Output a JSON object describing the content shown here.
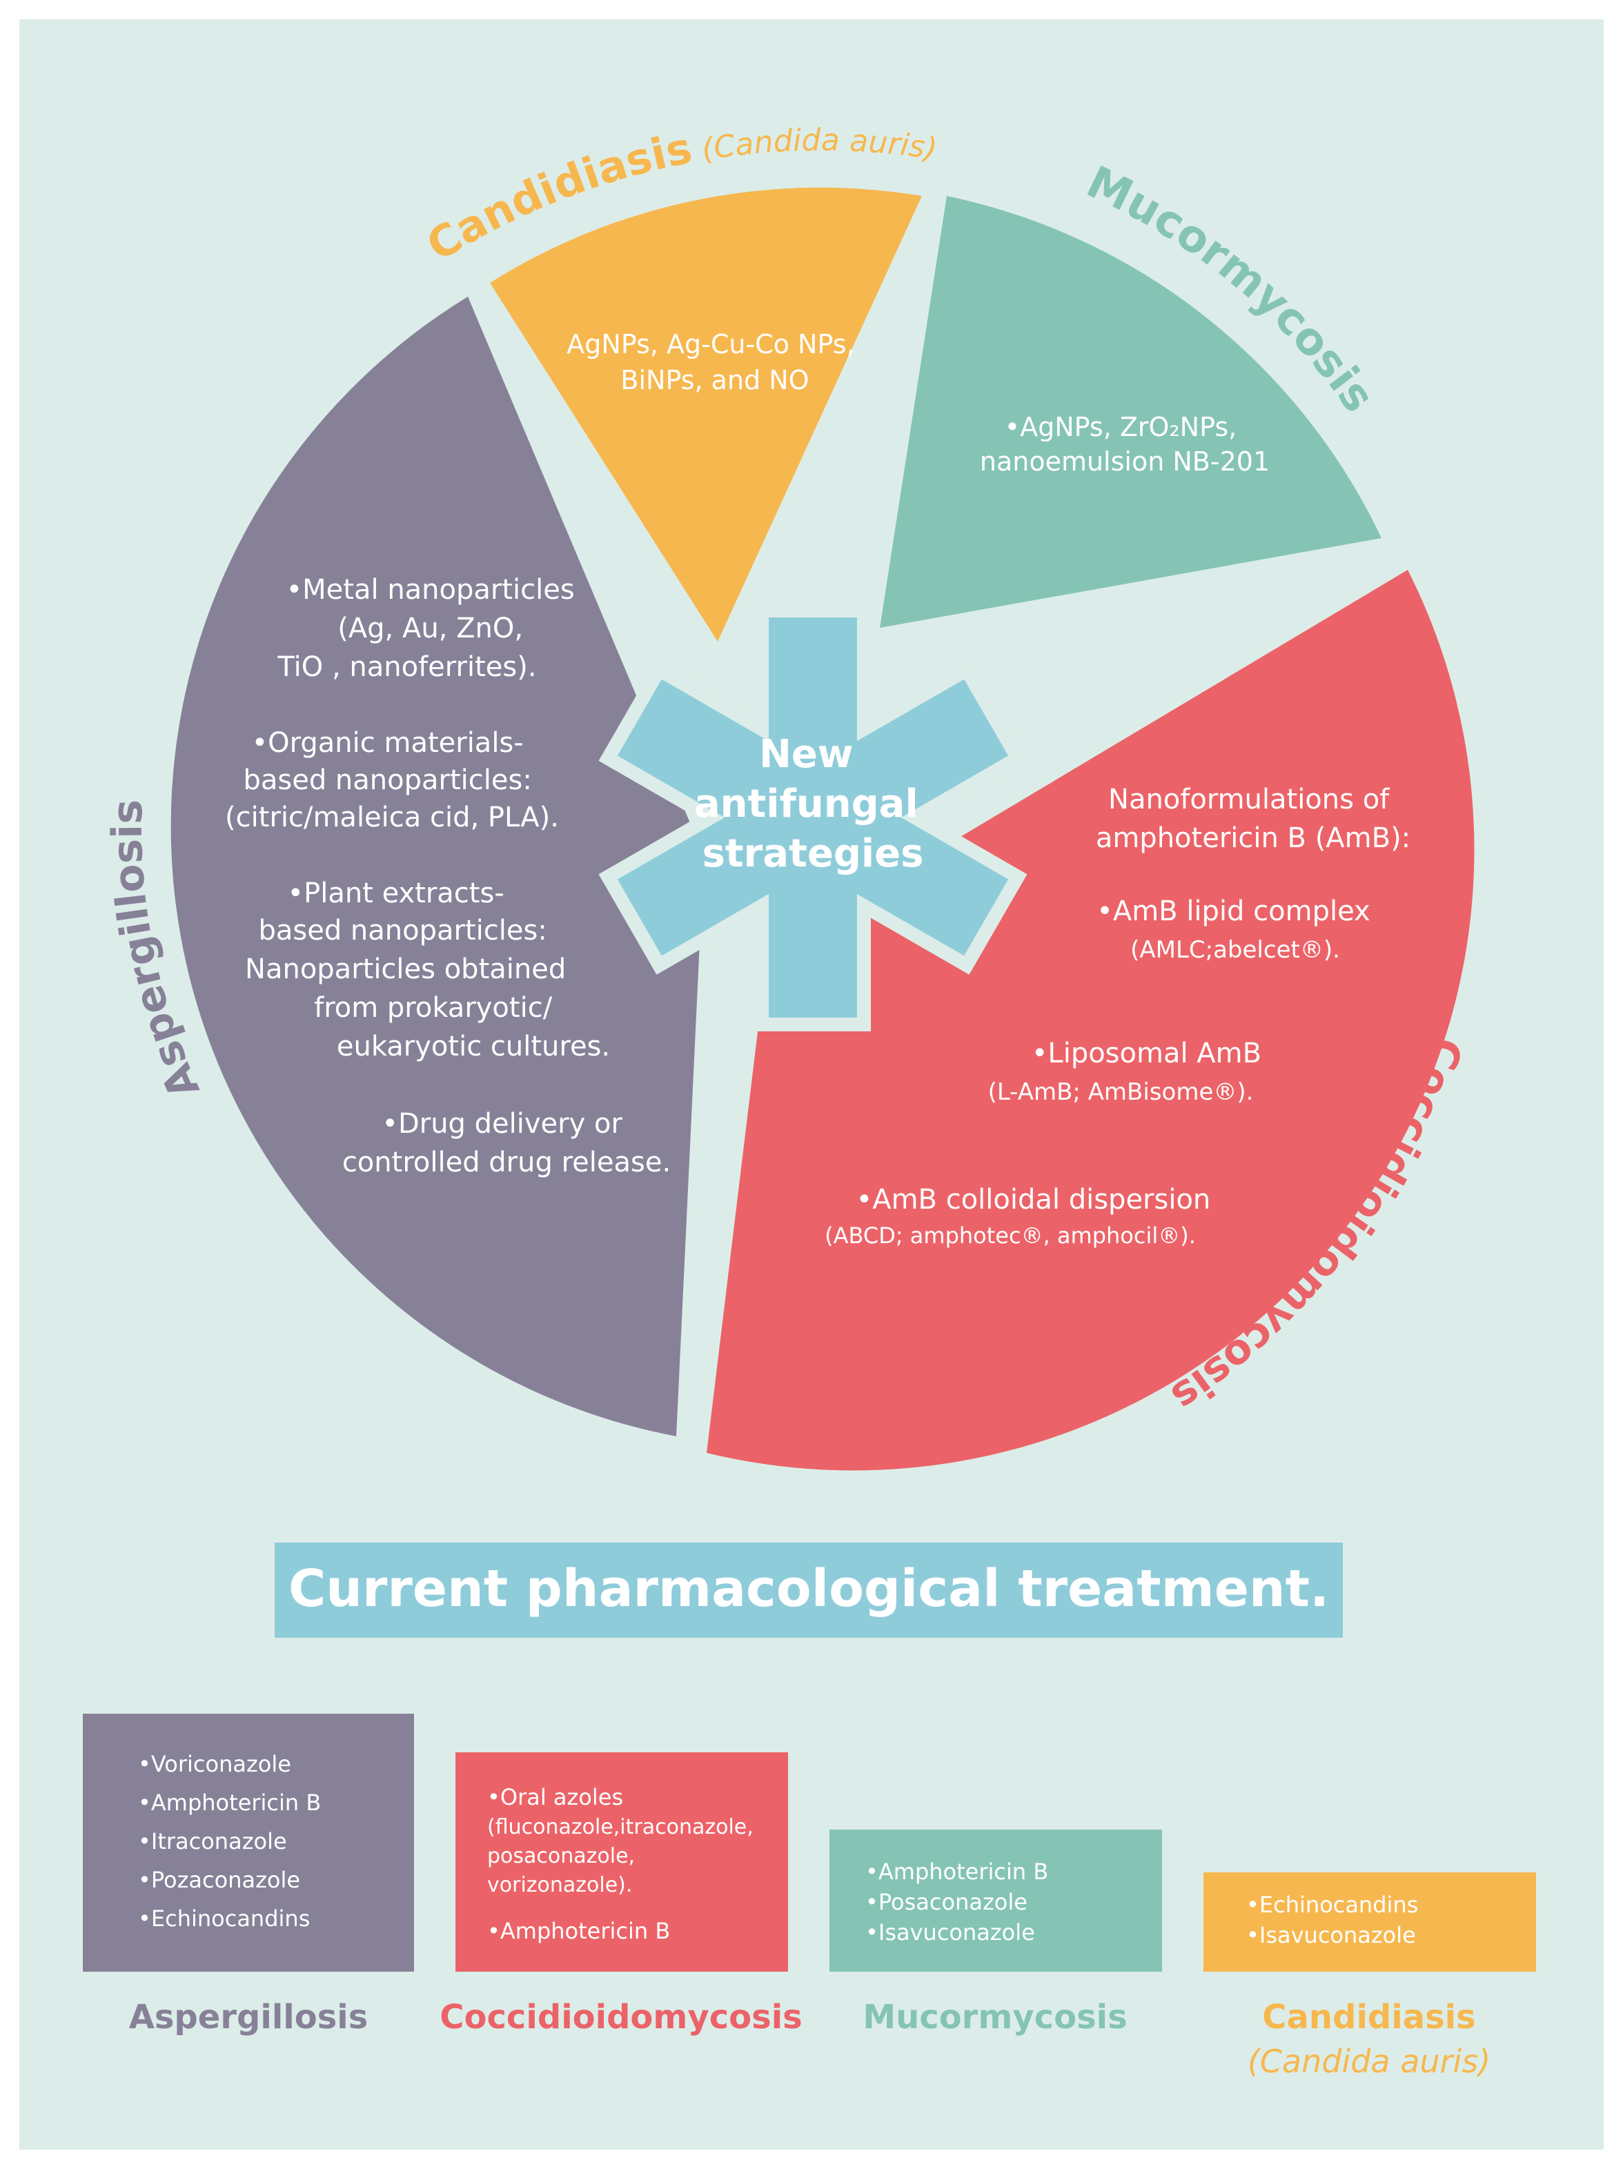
{
  "colors": {
    "background": "#dcede9",
    "aspergillosis": "#878198",
    "candidiasis": "#f7b74f",
    "mucormycosis": "#85c4b5",
    "coccidioidomycosis": "#eb6368",
    "center": "#8fccda",
    "banner": "#8fccda"
  },
  "center": {
    "lines": [
      "New",
      "antifungal",
      "strategies"
    ]
  },
  "segments": {
    "candidiasis": {
      "title": "Candidiasis",
      "subtitle": "(Candida auris)",
      "body": [
        "AgNPs, Ag-Cu-Co NPs,",
        "BiNPs, and NO"
      ]
    },
    "mucormycosis": {
      "title": "Mucormycosis",
      "body": [
        "•AgNPs, ZrO₂NPs,",
        "nanoemulsion NB-201"
      ]
    },
    "aspergillosis": {
      "title": "Aspergillosis",
      "body_1": [
        "•Metal nanoparticles",
        "(Ag, Au, ZnO,",
        "TiO , nanoferrites)."
      ],
      "body_2": [
        "•Organic materials-",
        "based nanoparticles:",
        "(citric/maleica cid, PLA)."
      ],
      "body_3": [
        "•Plant extracts-",
        "based nanoparticles:",
        "Nanoparticles obtained",
        "from prokaryotic/",
        "eukaryotic cultures."
      ],
      "body_4": [
        "•Drug delivery or",
        "controlled drug release."
      ]
    },
    "coccidioidomycosis": {
      "title": "Coccidioidomycosis",
      "heading": [
        "Nanoformulations of",
        "amphotericin B (AmB):"
      ],
      "item_1": [
        "•AmB lipid complex",
        "(AMLC;abelcet®)."
      ],
      "item_2": [
        "•Liposomal AmB",
        "(L-AmB; AmBisome®)."
      ],
      "item_3": [
        "•AmB colloidal dispersion",
        "(ABCD; amphotec®, amphocil®)."
      ]
    }
  },
  "banner": {
    "title": "Current pharmacological treatment."
  },
  "treatments": [
    {
      "name": "Aspergillosis",
      "items": [
        "•Voriconazole",
        "•Amphotericin B",
        "•Itraconazole",
        "•Pozaconazole",
        "•Echinocandins"
      ]
    },
    {
      "name": "Coccidioidomycosis",
      "items": [
        "•Oral azoles",
        "(fluconazole,itraconazole,",
        "posaconazole,",
        "vorizonazole).",
        "",
        "•Amphotericin B"
      ]
    },
    {
      "name": "Mucormycosis",
      "items": [
        "•Amphotericin B",
        "•Posaconazole",
        "•Isavuconazole"
      ]
    },
    {
      "name": "Candidiasis",
      "subname": "(Candida auris)",
      "items": [
        "•Echinocandins",
        "•Isavuconazole"
      ]
    }
  ]
}
